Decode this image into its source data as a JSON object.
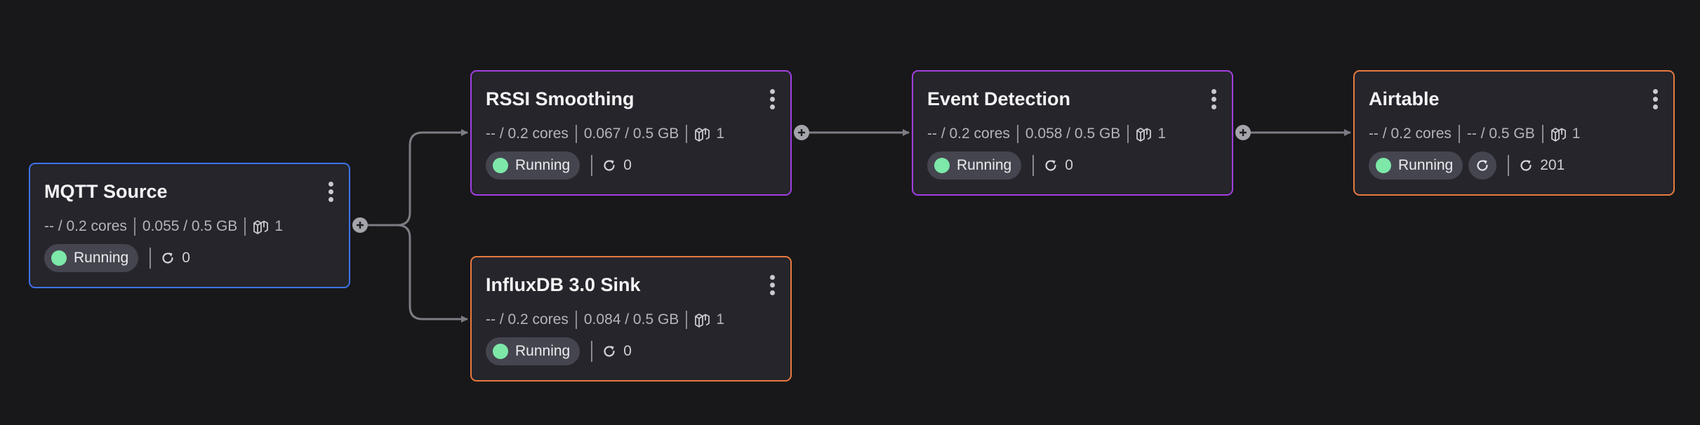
{
  "nodes": {
    "mqtt": {
      "title": "MQTT Source",
      "cpu": "-- / 0.2 cores",
      "memory": "0.055 / 0.5 GB",
      "replicas": "1",
      "status": "Running",
      "restarts": "0",
      "color": "#3e73ea"
    },
    "rssi": {
      "title": "RSSI Smoothing",
      "cpu": "-- / 0.2 cores",
      "memory": "0.067 / 0.5 GB",
      "replicas": "1",
      "status": "Running",
      "restarts": "0",
      "color": "#a23fe2"
    },
    "event": {
      "title": "Event Detection",
      "cpu": "-- / 0.2 cores",
      "memory": "0.058 / 0.5 GB",
      "replicas": "1",
      "status": "Running",
      "restarts": "0",
      "color": "#a23fe2"
    },
    "airtable": {
      "title": "Airtable",
      "cpu": "-- / 0.2 cores",
      "memory": "-- / 0.5 GB",
      "replicas": "1",
      "status": "Running",
      "restarts": "201",
      "color": "#e8793f"
    },
    "influx": {
      "title": "InfluxDB 3.0 Sink",
      "cpu": "-- / 0.2 cores",
      "memory": "0.084 / 0.5 GB",
      "replicas": "1",
      "status": "Running",
      "restarts": "0",
      "color": "#e8793f"
    }
  },
  "icons": {
    "menu": "kebab-menu-icon",
    "replicas": "replicas-icon",
    "restart": "restart-icon",
    "add": "add-connection-icon"
  },
  "colors": {
    "background": "#18181a",
    "card": "#25252b",
    "running": "#7de8a8",
    "edge": "#7c7c84"
  }
}
